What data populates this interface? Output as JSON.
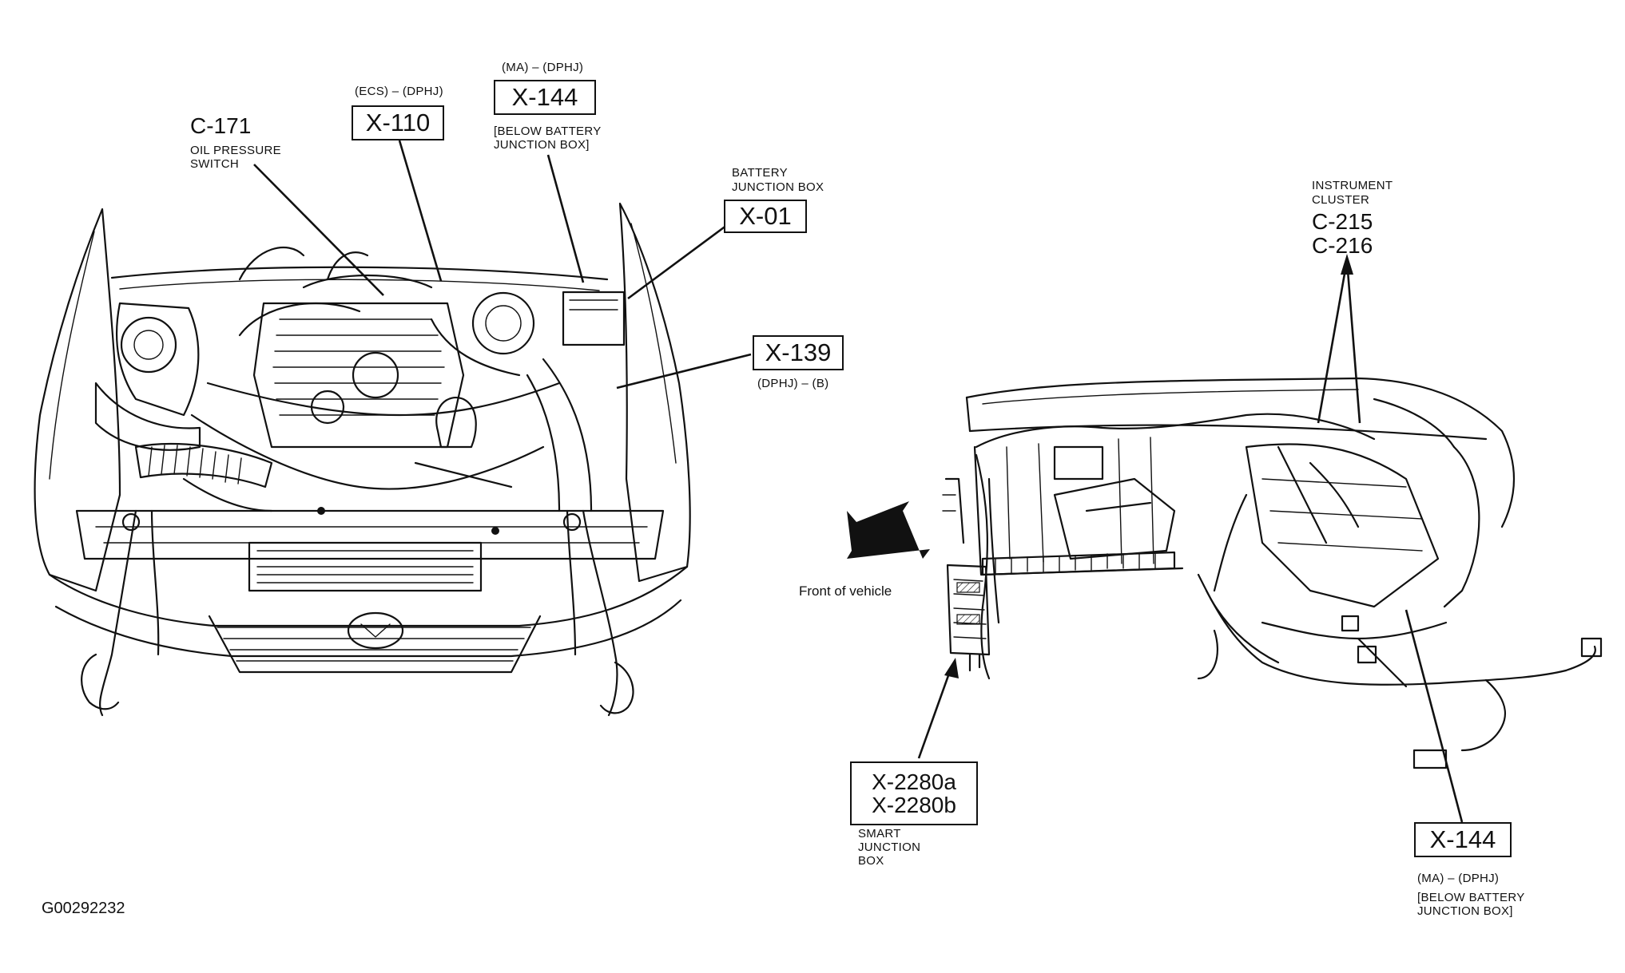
{
  "diagram_id": "G00292232",
  "front_label": "Front of vehicle",
  "callouts": {
    "c171": {
      "code": "C-171",
      "desc_line1": "OIL PRESSURE",
      "desc_line2": "SWITCH"
    },
    "x110": {
      "code": "X-110",
      "tag": "(ECS) – (DPHJ)"
    },
    "x144_top": {
      "code": "X-144",
      "tag": "(MA) – (DPHJ)",
      "note_line1": "[BELOW BATTERY",
      "note_line2": "JUNCTION BOX]"
    },
    "x01": {
      "code": "X-01",
      "desc_line1": "BATTERY",
      "desc_line2": "JUNCTION BOX"
    },
    "x139": {
      "code": "X-139",
      "tag": "(DPHJ) – (B)"
    },
    "instrument": {
      "desc_line1": "INSTRUMENT",
      "desc_line2": "CLUSTER",
      "code1": "C-215",
      "code2": "C-216"
    },
    "x2280": {
      "code1": "X-2280a",
      "code2": "X-2280b",
      "desc_line1": "SMART",
      "desc_line2": "JUNCTION",
      "desc_line3": "BOX"
    },
    "x144_bottom": {
      "code": "X-144",
      "tag": "(MA) – (DPHJ)",
      "note_line1": "[BELOW BATTERY",
      "note_line2": "JUNCTION BOX]"
    }
  }
}
